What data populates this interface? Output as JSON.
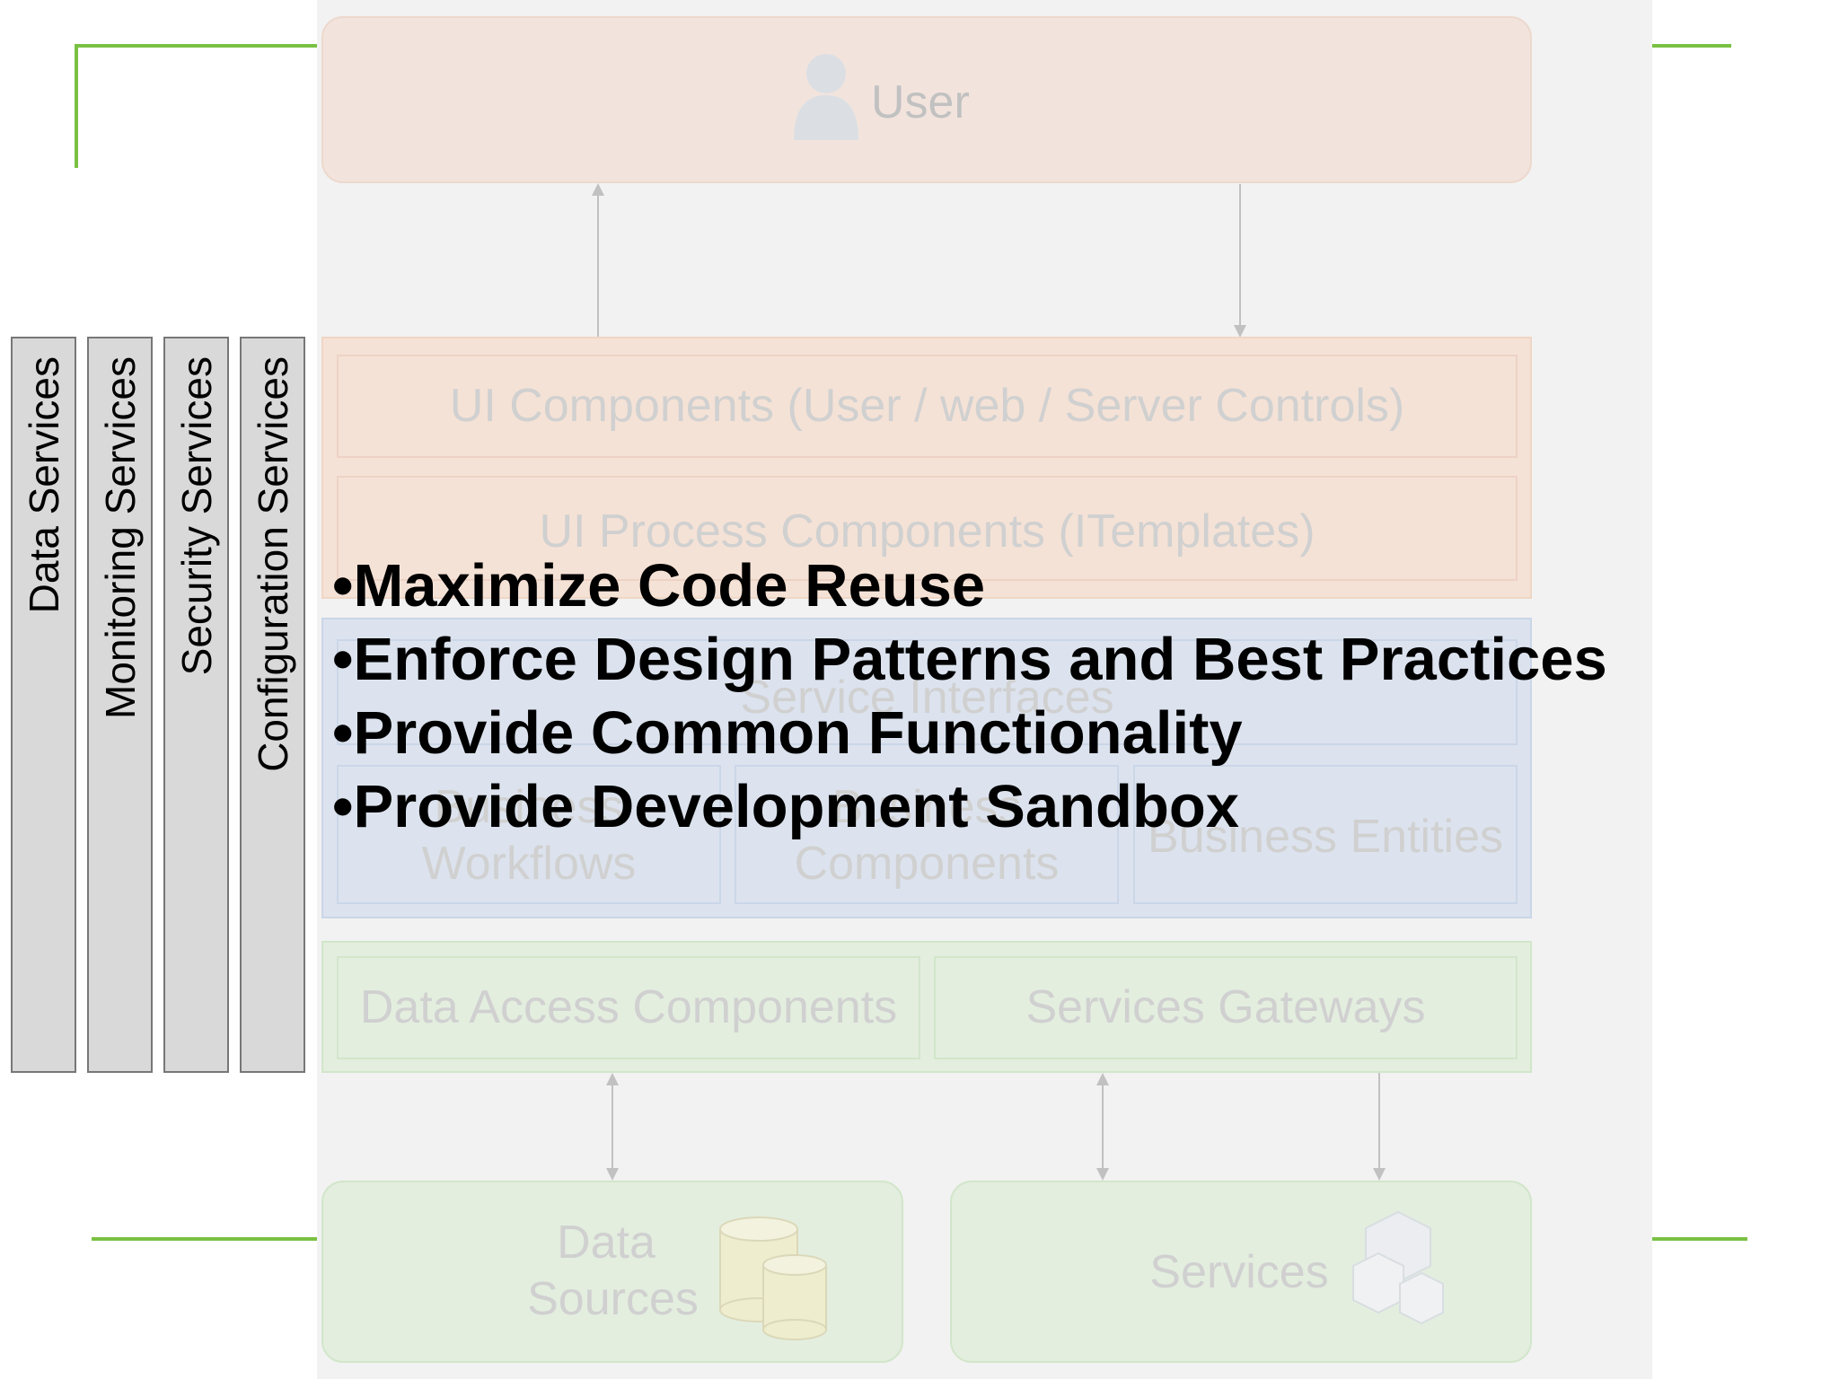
{
  "diagram": {
    "user_label": "User",
    "ui_components": "UI Components (User / web / Server Controls)",
    "ui_process_components": "UI Process Components (ITemplates)",
    "service_interfaces": "Service Interfaces",
    "business_workflows_partial": "Workflows",
    "business_workflows_top": "Business",
    "business_components_partial": "Components",
    "business_components_top": "Business",
    "business_entities": "Business Entities",
    "data_access_components": "Data Access Components",
    "services_gateways": "Services Gateways",
    "data_sources": "Data Sources",
    "data_sources_line1": "Data",
    "data_sources_line2": "Sources",
    "services": "Services"
  },
  "side_services": [
    {
      "label": "Data Services"
    },
    {
      "label": "Monitoring Services"
    },
    {
      "label": "Security Services"
    },
    {
      "label": "Configuration Services"
    }
  ],
  "bullets": [
    "•Maximize Code Reuse",
    "•Enforce Design Patterns and Best Practices",
    "•Provide Common Functionality",
    "•Provide Development Sandbox"
  ],
  "colors": {
    "accent_line": "#7ac143",
    "presentation_layer": "#f6d5bd",
    "business_layer": "#c9d6ea",
    "data_layer": "#d5ebcc"
  }
}
